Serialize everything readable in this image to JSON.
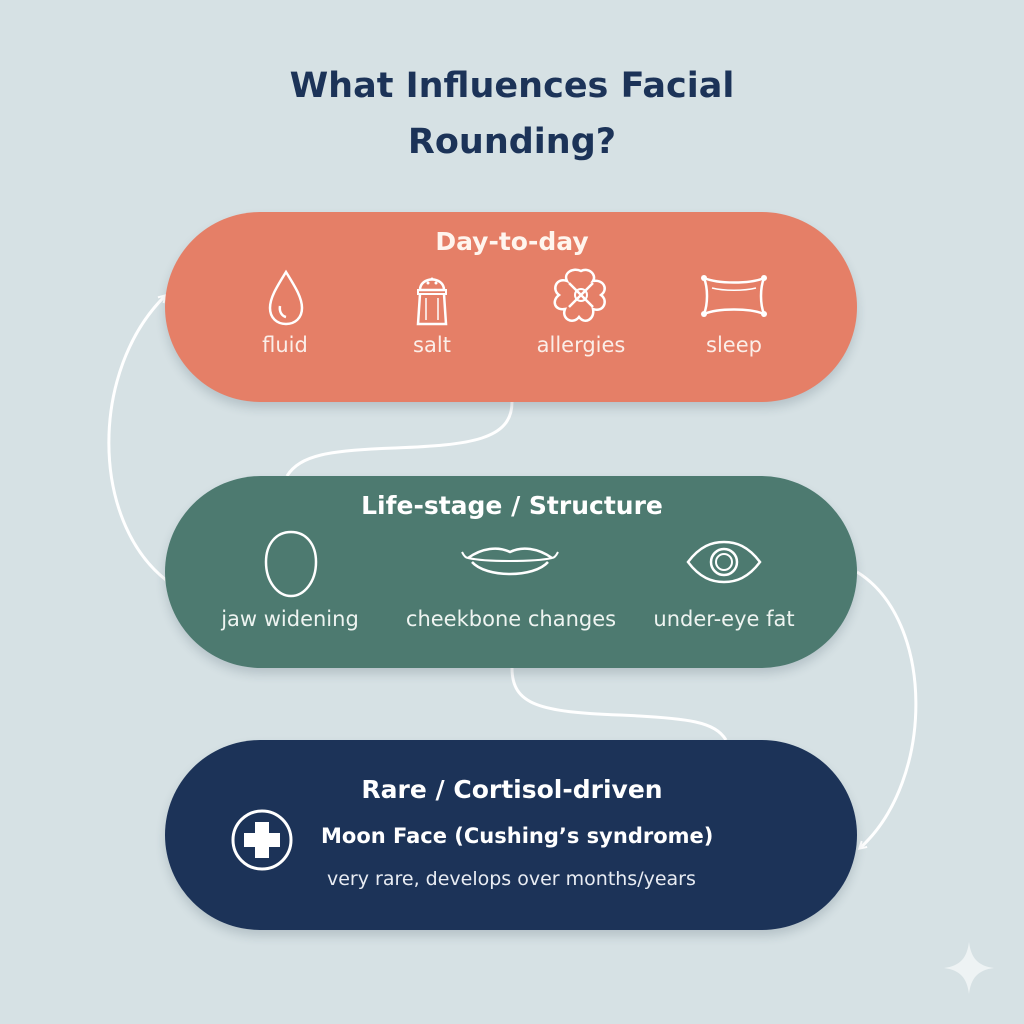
{
  "title": "What Influences Facial Rounding?",
  "colors": {
    "background": "#d6e1e4",
    "day_to_day": "#e57f67",
    "life_stage": "#4d7a70",
    "rare": "#1c3358",
    "title": "#1c3358"
  },
  "groups": [
    {
      "heading": "Day-to-day",
      "items": [
        {
          "label": "fluid",
          "icon": "water-drop-icon"
        },
        {
          "label": "salt",
          "icon": "salt-shaker-icon"
        },
        {
          "label": "allergies",
          "icon": "allergen-flower-icon"
        },
        {
          "label": "sleep",
          "icon": "pillow-icon"
        }
      ]
    },
    {
      "heading": "Life-stage / Structure",
      "items": [
        {
          "label": "jaw widening",
          "icon": "face-outline-icon"
        },
        {
          "label": "cheekbone changes",
          "icon": "lips-icon"
        },
        {
          "label": "under-eye fat",
          "icon": "eye-icon"
        }
      ]
    },
    {
      "heading": "Rare / Cortisol-driven",
      "condition": "Moon Face (Cushing’s syndrome)",
      "note": "very rare, develops over months/years",
      "icon": "medical-cross-icon"
    }
  ]
}
